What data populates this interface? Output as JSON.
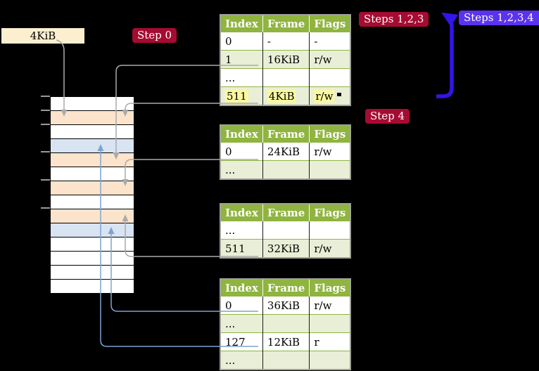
{
  "colors": {
    "background": "#000000",
    "badge_red": "#A60B31",
    "badge_blue": "#5A33F0",
    "table_header_green": "#8FB43F",
    "table_row_green": "#E9EFD6",
    "highlight_yellow": "#FBF9A0",
    "label_cream": "#FBEFD0",
    "mem_orange": "#FCE4CC",
    "mem_blue": "#D8E4F2",
    "mem_white": "#FFFFFF",
    "connector_gray": "#AAAAAA",
    "connector_blue": "#7FA3CF",
    "arrow_blue": "#3315E8"
  },
  "labels": {
    "page_size": "4KiB",
    "step0": "Step 0",
    "steps123": "Steps 1,2,3",
    "steps1234": "Steps 1,2,3,4",
    "step4": "Step 4"
  },
  "tables": [
    {
      "name": "page-table-1",
      "headers": [
        "Index",
        "Frame",
        "Flags"
      ],
      "rows": [
        [
          "0",
          "-",
          "-"
        ],
        [
          "1",
          "16KiB",
          "r/w"
        ],
        [
          "...",
          "",
          ""
        ],
        [
          "511",
          "4KiB",
          "r/w"
        ]
      ],
      "highlight_row": 3
    },
    {
      "name": "page-table-2",
      "headers": [
        "Index",
        "Frame",
        "Flags"
      ],
      "rows": [
        [
          "0",
          "24KiB",
          "r/w"
        ],
        [
          "...",
          "",
          ""
        ]
      ],
      "highlight_row": null
    },
    {
      "name": "page-table-3",
      "headers": [
        "Index",
        "Frame",
        "Flags"
      ],
      "rows": [
        [
          "...",
          "",
          ""
        ],
        [
          "511",
          "32KiB",
          "r/w"
        ]
      ],
      "highlight_row": null
    },
    {
      "name": "page-table-4",
      "headers": [
        "Index",
        "Frame",
        "Flags"
      ],
      "rows": [
        [
          "0",
          "36KiB",
          "r/w"
        ],
        [
          "...",
          "",
          ""
        ],
        [
          "127",
          "12KiB",
          "r"
        ],
        [
          "...",
          "",
          ""
        ]
      ],
      "highlight_row": null
    }
  ],
  "memory": {
    "row_colors": [
      "white",
      "orange",
      "white",
      "blue",
      "orange",
      "white",
      "orange",
      "white",
      "orange",
      "blue",
      "white",
      "white",
      "white",
      "white"
    ],
    "tick_ys": [
      136,
      156,
      176,
      215,
      255,
      295
    ]
  },
  "connectors": [
    {
      "from": "label-4KiB",
      "to": "memory-frame-4KiB",
      "color": "gray"
    },
    {
      "from": "page-table-1 entry 1 (16KiB)",
      "to": "memory-frame-16KiB",
      "color": "gray"
    },
    {
      "from": "page-table-1 entry 511 (4KiB)",
      "to": "memory-frame-4KiB",
      "color": "gray"
    },
    {
      "from": "page-table-2 entry 0 (24KiB)",
      "to": "memory-frame-24KiB",
      "color": "gray"
    },
    {
      "from": "page-table-3 entry 511 (32KiB)",
      "to": "memory-frame-32KiB",
      "color": "gray"
    },
    {
      "from": "page-table-4 entry 0 (36KiB)",
      "to": "memory-frame-36KiB",
      "color": "blue"
    },
    {
      "from": "page-table-4 entry 127 (12KiB)",
      "to": "memory-frame-12KiB",
      "color": "blue"
    },
    {
      "from": "bottom",
      "to": "top (loop back)",
      "color": "thick-blue"
    }
  ]
}
